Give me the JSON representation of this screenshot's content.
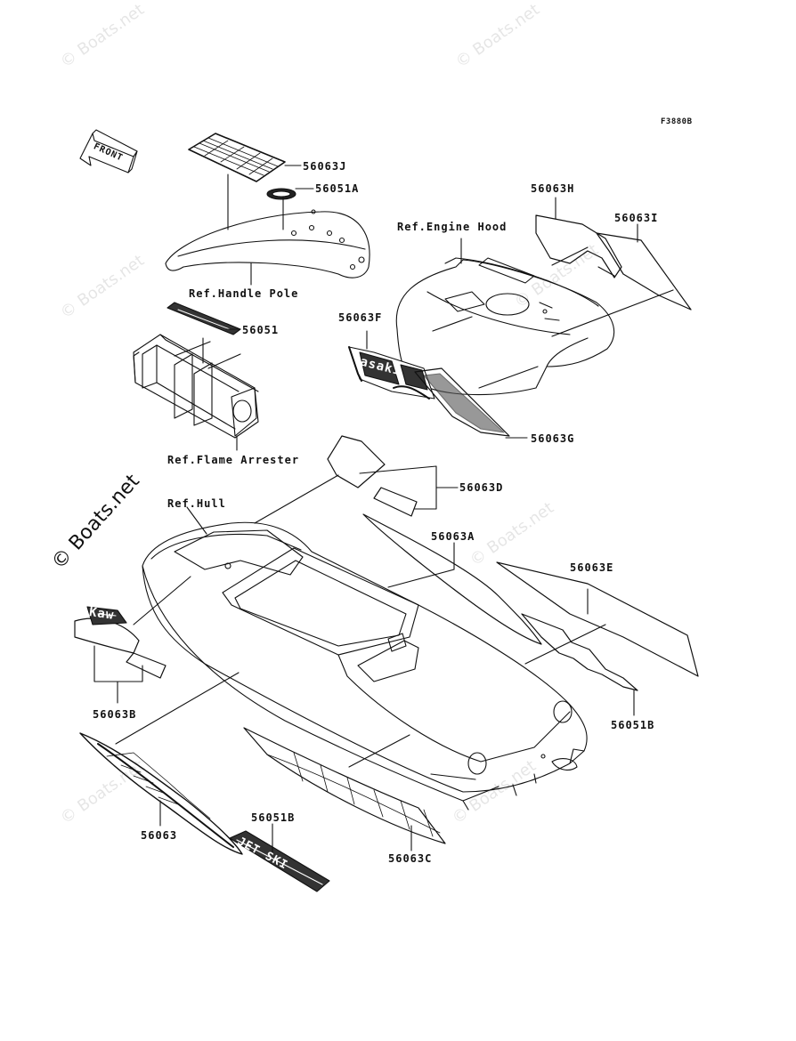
{
  "figure_code": "F3880B",
  "front_arrow": "FRONT",
  "watermark": "© Boats.net",
  "labels": {
    "p56063J": "56063J",
    "p56051A": "56051A",
    "refHandlePole": "Ref.Handle Pole",
    "p56051": "56051",
    "refFlameArrester": "Ref.Flame Arrester",
    "p56063H": "56063H",
    "p56063I": "56063I",
    "refEngineHood": "Ref.Engine Hood",
    "p56063F": "56063F",
    "p56063G": "56063G",
    "p56063D": "56063D",
    "refHull": "Ref.Hull",
    "p56063A": "56063A",
    "p56063E": "56063E",
    "p56063B": "56063B",
    "p56051B_right": "56051B",
    "p56063": "56063",
    "p56051B_bottom": "56051B",
    "p56063C": "56063C"
  },
  "decal_text": {
    "kawasaki_f": "asaki",
    "kawasaki_b": "Kaw",
    "jetski": "JET SKI"
  }
}
